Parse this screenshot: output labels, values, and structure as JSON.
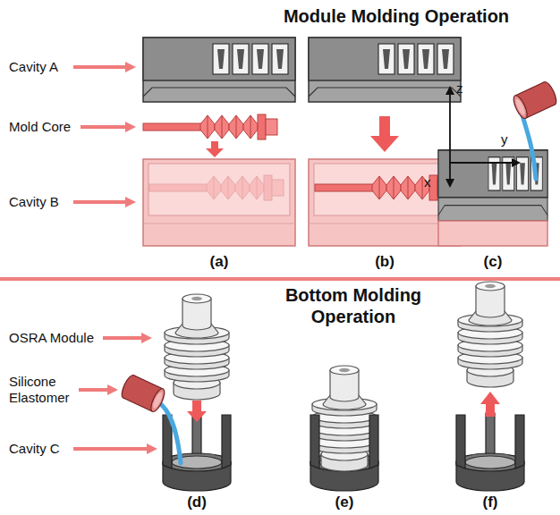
{
  "diagram": {
    "title": "Module Molding Operation",
    "labels": [
      "Cavity A",
      "Mold Core",
      "Cavity B",
      "(a)",
      "(b)",
      "(c)",
      "z",
      "y",
      "x",
      "Bottom Molding Operation",
      "OSRA Module",
      "Silicone Elastomer",
      "Cavity C",
      "(d)",
      "(e)",
      "(f)"
    ]
  }
}
